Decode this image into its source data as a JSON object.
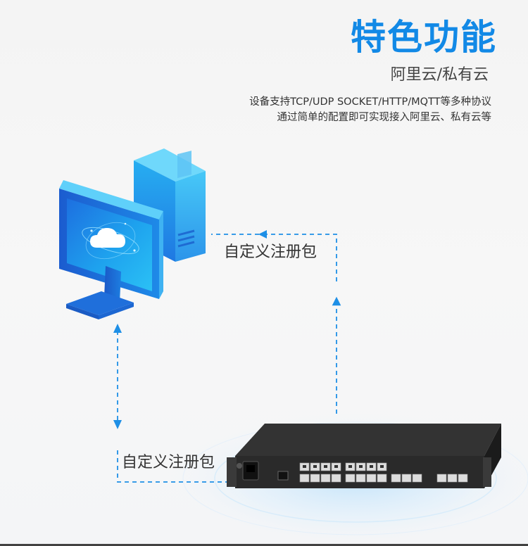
{
  "header": {
    "title": "特色功能",
    "subtitle": "阿里云/私有云"
  },
  "description": {
    "line1": "设备支持TCP/UDP SOCKET/HTTP/MQTT等多种协议",
    "line2": "通过简单的配置即可实现接入阿里云、私有云等"
  },
  "diagram": {
    "label_top": "自定义注册包",
    "label_bottom": "自定义注册包",
    "computer_icon": "cloud-computer-icon",
    "device_icon": "rack-device-icon",
    "colors": {
      "accent": "#1289e6",
      "arrow": "#1e8fe6",
      "device": "#2a2a2a"
    }
  }
}
